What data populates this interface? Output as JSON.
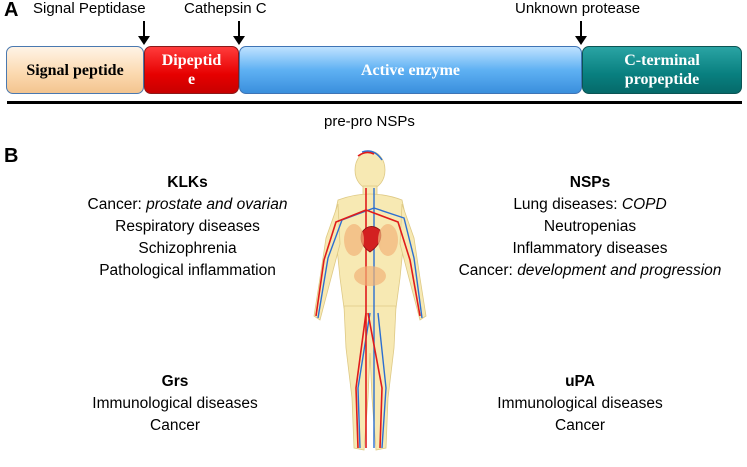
{
  "panel_a": {
    "letter": "A",
    "cleavage_labels": {
      "signal_peptidase": "Signal Peptidase",
      "cathepsin_c": "Cathepsin C",
      "unknown_protease": "Unknown protease"
    },
    "segments": {
      "signal_peptide": "Signal peptide",
      "dipeptide_line1": "Dipeptid",
      "dipeptide_line2": "e",
      "active_enzyme": "Active enzyme",
      "c_terminal_line1": "C-terminal",
      "c_terminal_line2": "propeptide"
    },
    "caption": "pre-pro NSPs",
    "colors": {
      "signal_peptide": "#fbd8ae",
      "dipeptide": "#e60000",
      "active_enzyme": "#5fb1f3",
      "c_terminal": "#087f7f"
    }
  },
  "panel_b": {
    "letter": "B",
    "klks": {
      "heading": "KLKs",
      "line1_prefix": "Cancer: ",
      "line1_italic": "prostate and ovarian",
      "line2": "Respiratory diseases",
      "line3": "Schizophrenia",
      "line4": "Pathological inflammation"
    },
    "nsps": {
      "heading": "NSPs",
      "line1_prefix": "Lung diseases: ",
      "line1_italic": "COPD",
      "line2": "Neutropenias",
      "line3": "Inflammatory diseases",
      "line4_prefix": "Cancer: ",
      "line4_italic": "development and progression"
    },
    "grs": {
      "heading": "Grs",
      "line1": "Immunological diseases",
      "line2": "Cancer"
    },
    "upa": {
      "heading": "uPA",
      "line1": "Immunological diseases",
      "line2": "Cancer"
    }
  }
}
